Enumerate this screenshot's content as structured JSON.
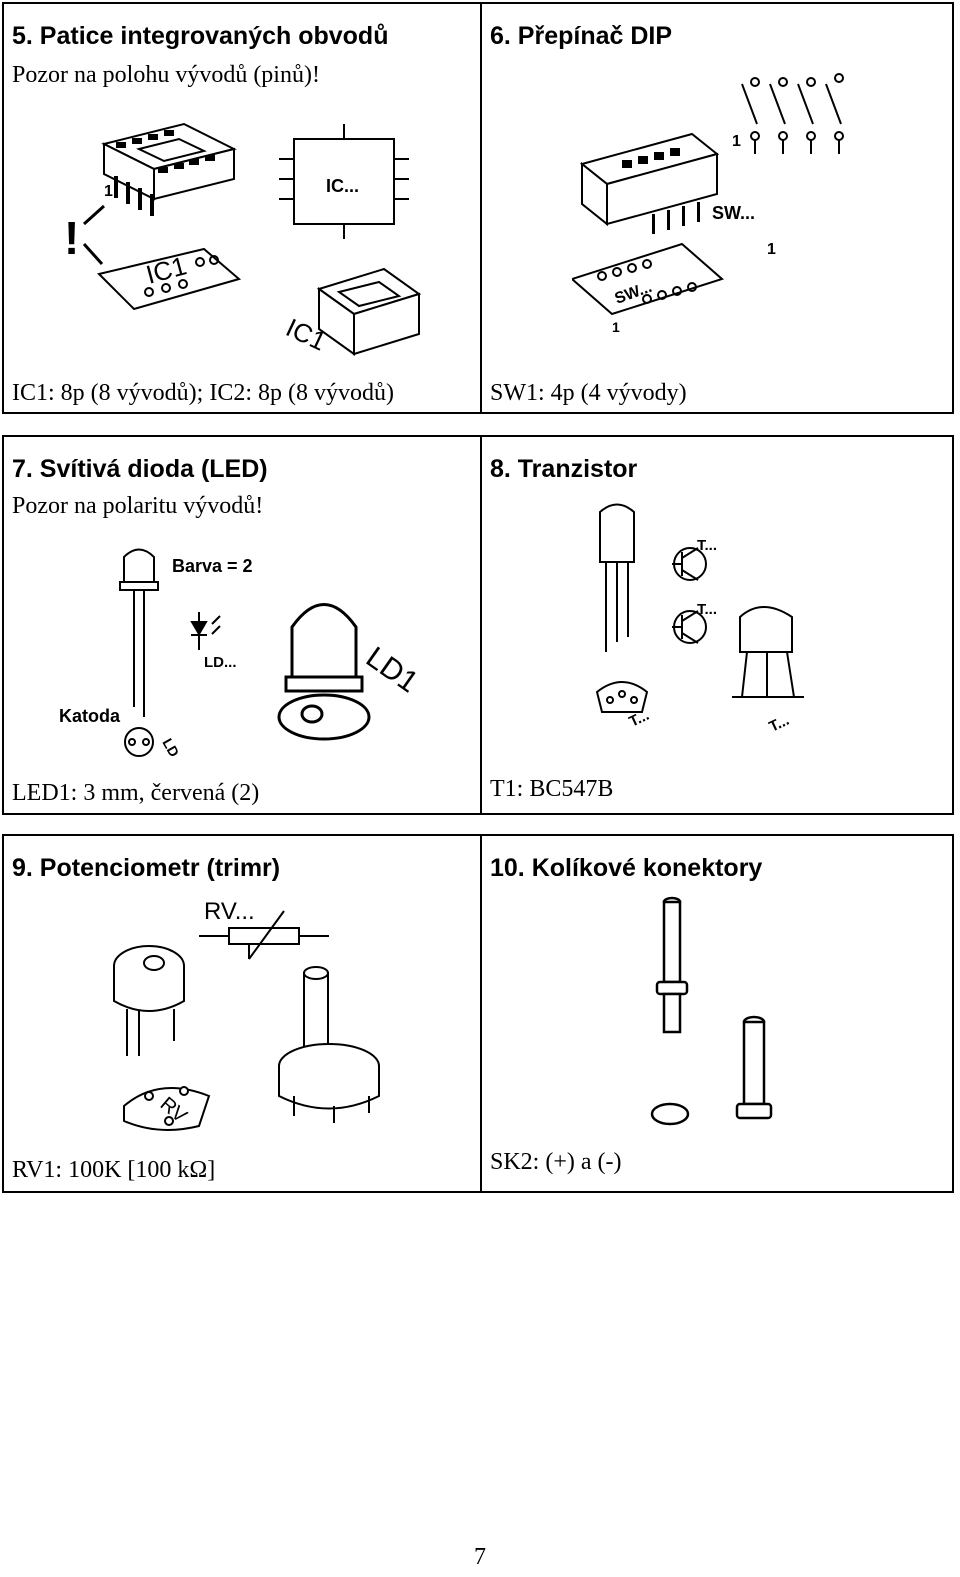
{
  "rows": [
    {
      "left": {
        "title": "5. Patice integrovaných obvodů",
        "subtitle": "Pozor na polohu vývodů (pinů)!",
        "caption": "IC1: 8p (8 vývodů); IC2: 8p (8 vývodů)",
        "figure_labels": {
          "pin1": "1",
          "warning": "!",
          "chip": "IC...",
          "socket1": "IC1",
          "socket2": "IC1"
        }
      },
      "right": {
        "title": "6. Přepínač DIP",
        "caption": "SW1: 4p (4 vývody)",
        "figure_labels": {
          "pin1": "1",
          "pin1_board": "1",
          "sw": "SW...",
          "sw_board": "SW...",
          "pin1_pcb": "1"
        }
      }
    },
    {
      "left": {
        "title": "7. Svítivá dioda (LED)",
        "subtitle": "Pozor na polaritu vývodů!",
        "caption": "LED1: 3 mm, červená (2)",
        "figure_labels": {
          "color": "Barva = 2",
          "ld": "LD...",
          "cathode": "Katoda",
          "ld1": "LD1",
          "ld_pcb": "LD"
        }
      },
      "right": {
        "title": "8. Tranzistor",
        "caption": "T1: BC547B",
        "figure_labels": {
          "t1": "T...",
          "t2": "T...",
          "t3": "T...",
          "t4": "T..."
        }
      }
    },
    {
      "left": {
        "title": "9. Potenciometr (trimr)",
        "caption": "RV1: 100K [100 kΩ]",
        "figure_labels": {
          "rv": "RV...",
          "rv_pcb": "RV"
        }
      },
      "right": {
        "title": "10. Kolíkové konektory",
        "caption": "SK2: (+) a (-)"
      }
    }
  ],
  "page_number": "7"
}
